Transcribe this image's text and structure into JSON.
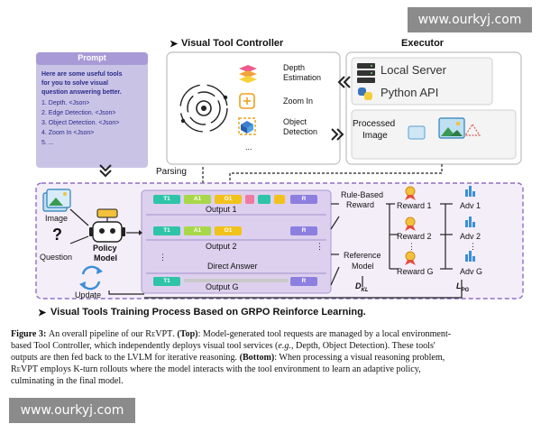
{
  "watermark": {
    "top": "www.ourkyj.com",
    "bottom": "www.ourkyj.com"
  },
  "prompt": {
    "title": "Prompt",
    "lines": [
      "Here are some useful tools",
      "for you to solve visual",
      "question answering better.",
      "1.  Depth. <Json>",
      "2.  Edge Detection. <Json>",
      "3.  Object Detection. <Json>",
      "4.  Zoom In <Json>",
      "5.  ..."
    ]
  },
  "controller": {
    "title": "Visual Tool Controller",
    "tools": [
      "Depth",
      "Estimation",
      "Zoom In",
      "Object",
      "Detection",
      "..."
    ]
  },
  "executor": {
    "title": "Executor",
    "local_server": "Local Server",
    "python_api": "Python API",
    "processed_image": [
      "Processed",
      "Image"
    ]
  },
  "parsing": "Parsing",
  "inputs": {
    "image": "Image",
    "question": "Question",
    "policy_model": [
      "Policy",
      "Model"
    ],
    "update": "Update"
  },
  "rollouts": {
    "tokens": [
      "T1",
      "A1",
      "O1",
      "R"
    ],
    "outputs": [
      "Output 1",
      "Output 2",
      "Direct Answer",
      "Output G"
    ],
    "dots": "⋮"
  },
  "reward": {
    "rule_based": [
      "Rule-Based",
      "Reward"
    ],
    "reference": [
      "Reference",
      "Model"
    ],
    "d_kl": "D",
    "d_kl_sub": "KL",
    "l_pg": "L",
    "l_pg_sub": "PG",
    "rewards": [
      "Reward 1",
      "Reward 2",
      "Reward G"
    ],
    "advs": [
      "Adv 1",
      "Adv 2",
      "Adv G"
    ]
  },
  "training_title": "Visual Tools Training Process Based on GRPO Reinforce Learning.",
  "caption": {
    "lines": [
      [
        "Figure 3: ",
        "An overall pipeline of our ",
        "ReVPT",
        ". ",
        "(Top)",
        ": Model-generated tool requests are managed by a local environment-"
      ],
      [
        "based Tool Controller, which independently deploys visual tool services (",
        "e.g.",
        ", Depth, Object Detection). These tools'"
      ],
      [
        "outputs are then fed back to the LVLM for iterative reasoning. ",
        "(Bottom)",
        ": When processing a visual reasoning problem,"
      ],
      [
        "ReVPT",
        " employs K-turn rollouts where the model interacts with the tool environment to learn an adaptive policy,"
      ],
      [
        "culminating in the final model."
      ]
    ]
  },
  "colors": {
    "prompt_bg": "#c9c3e6",
    "prompt_title_bg": "#a79ad6",
    "purple_panel": "#e7def3",
    "dashed": "#7a5fb5",
    "t1": "#2ec4a8",
    "a1": "#a8d84a",
    "o1": "#f2c21c",
    "r": "#8d7fe0",
    "pink": "#f07aa0",
    "gray_seg": "#c9c9c9"
  }
}
